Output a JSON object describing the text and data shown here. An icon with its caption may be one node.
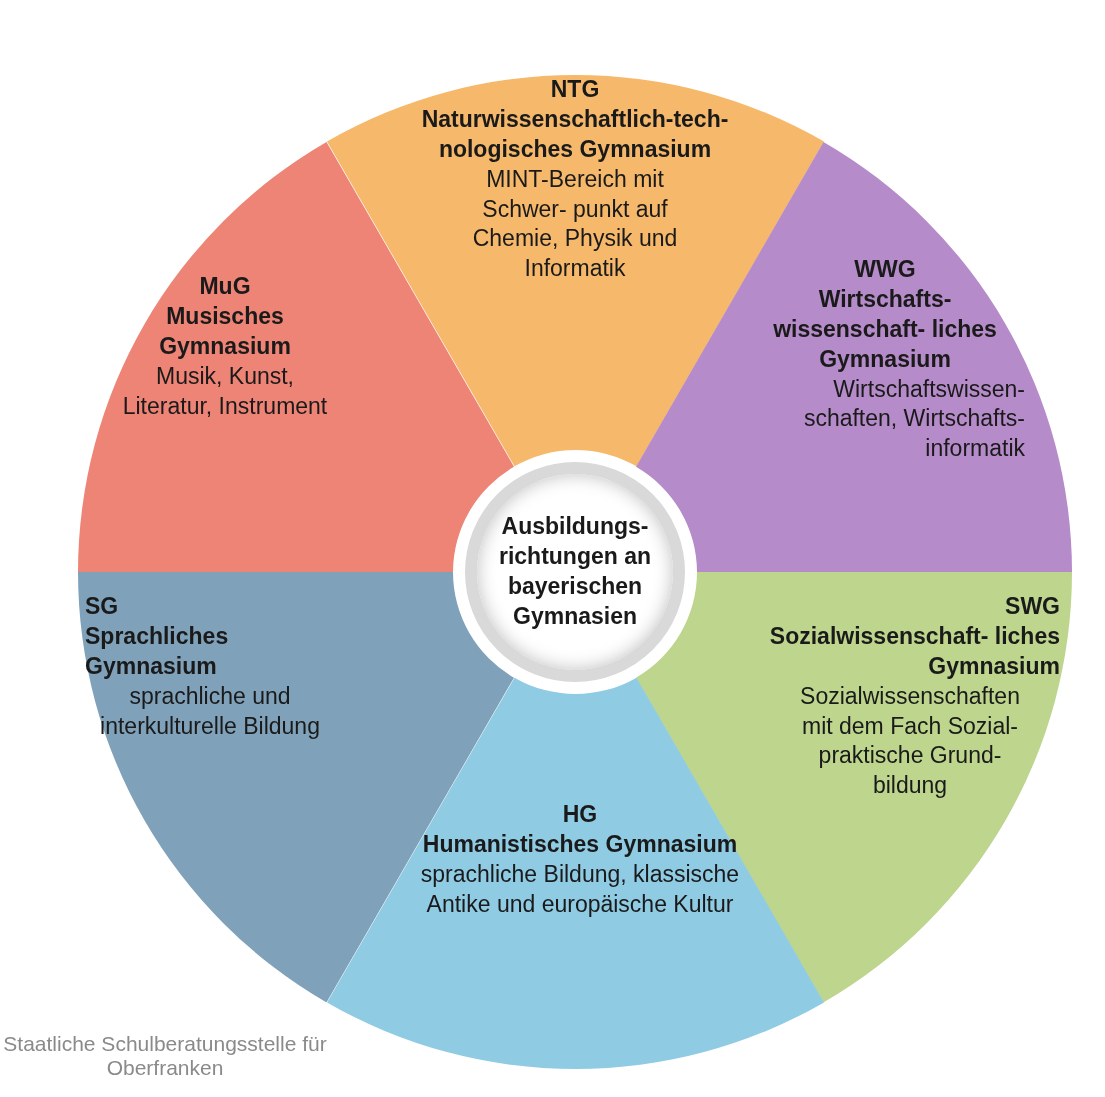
{
  "diagram": {
    "nodes": [
      {
        "text": [
          "NTG",
          "Naturwissenschaftlich-tech- nologisches Gymnasium",
          "MINT-Bereich mit Schwer- punkt auf Chemie, Physik und Informatik"
        ]
      },
      {
        "text": [
          "MuG",
          "Musisches Gymnasium",
          "Musik, Kunst, Literatur, Instrument"
        ]
      },
      {
        "text": [
          "WWG",
          "Wirtschafts- wissenschaft- liches Gymnasium",
          "Wirtschaftswissen- schaften, Wirtschafts- informatik"
        ]
      },
      {
        "text": [
          "Ausbildungs- richtungen an bayerischen Gymnasien"
        ]
      },
      {
        "text": [
          "SG",
          "Sprachliches Gymnasium",
          "sprachliche und interkulturelle Bildung"
        ]
      },
      {
        "text": [
          "SWG",
          "Sozialwissenschaft- liches Gymnasium",
          "Sozialwissenschaften mit dem Fach Sozial- praktische Grund- bildung"
        ]
      },
      {
        "text": [
          "HG",
          "Humanistisches Gymnasium",
          "sprachliche Bildung, klassische Antike und europäische Kultur"
        ]
      }
    ],
    "edges": [],
    "labels": [
      "Staatliche Schulberatungsstelle für Oberfranken"
    ]
  }
}
